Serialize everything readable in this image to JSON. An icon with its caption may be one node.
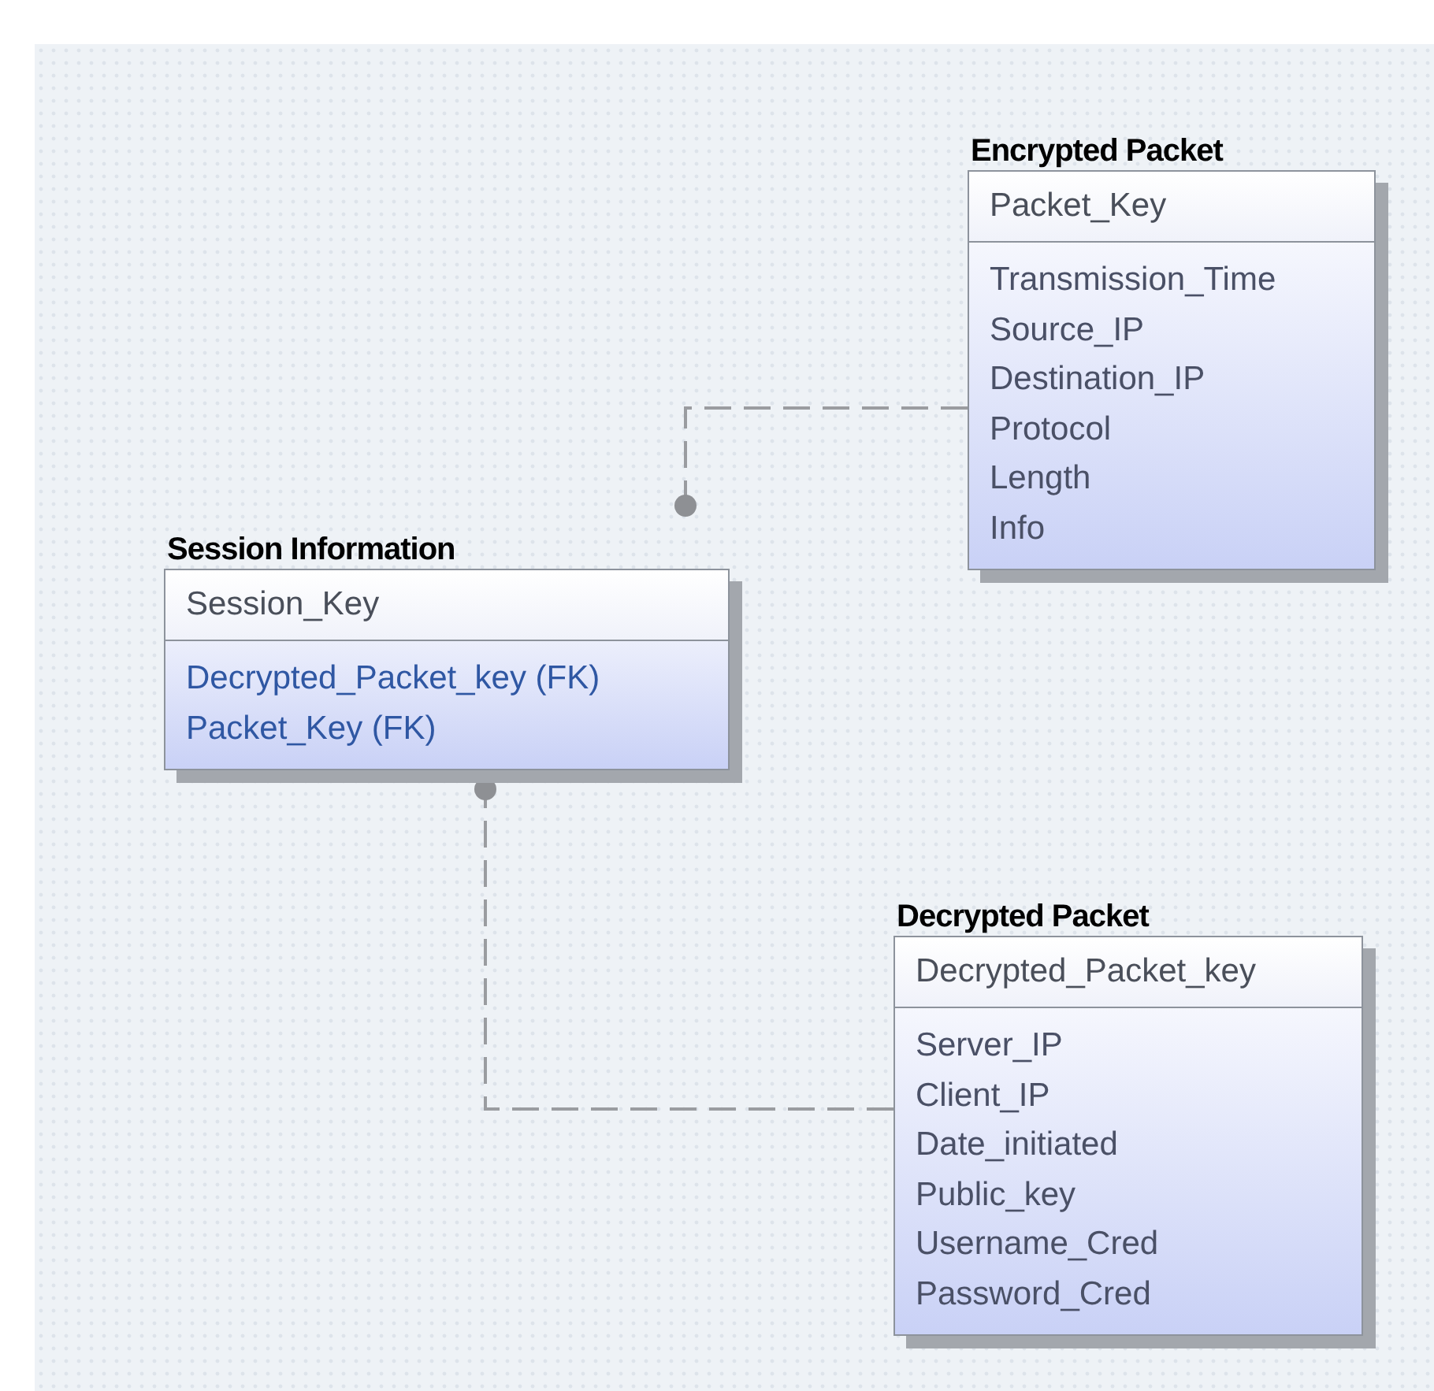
{
  "diagram": {
    "nodes": [
      {
        "text": [
          "Encrypted Packet",
          "Packet_Key",
          "Transmission_Time",
          "Source_IP",
          "Destination_IP",
          "Protocol",
          "Length",
          "Info"
        ]
      },
      {
        "text": [
          "Session Information",
          "Session_Key",
          "Decrypted_Packet_key (FK)",
          "Packet_Key (FK)"
        ]
      },
      {
        "text": [
          "Decrypted Packet",
          "Decrypted_Packet_key",
          "Server_IP",
          "Client_IP",
          "Date_initiated",
          "Public_key",
          "Username_Cred",
          "Password_Cred"
        ]
      }
    ],
    "edges": [
      {
        "from": 0,
        "to": 1,
        "arrow": "other",
        "style": "dashed"
      },
      {
        "from": 2,
        "to": 1,
        "arrow": "other",
        "style": "dashed"
      }
    ]
  }
}
